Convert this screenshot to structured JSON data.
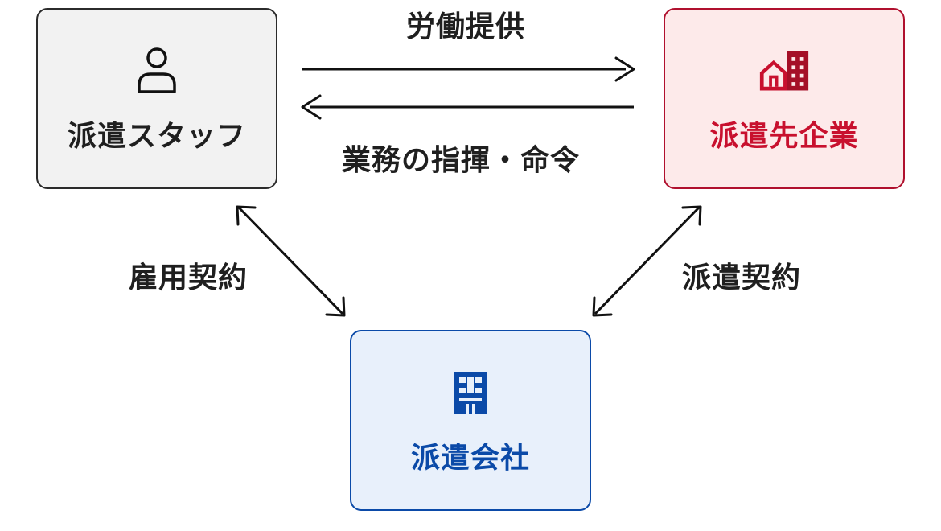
{
  "nodes": {
    "staff": {
      "label": "派遣スタッフ",
      "icon": "person-icon",
      "color": "#1f1f1f"
    },
    "client": {
      "label": "派遣先企業",
      "icon": "building-house-icon",
      "color": "#c8102e"
    },
    "agency": {
      "label": "派遣会社",
      "icon": "office-building-icon",
      "color": "#0b4aa8"
    }
  },
  "relations": {
    "labor": "労働提供",
    "command": "業務の指揮・命令",
    "employment": "雇用契約",
    "dispatch": "派遣契約"
  }
}
